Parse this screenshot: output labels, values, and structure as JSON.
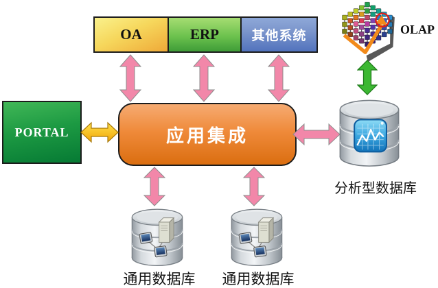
{
  "nodes": {
    "oa": {
      "label": "OA"
    },
    "erp": {
      "label": "ERP"
    },
    "other_systems": {
      "label": "其他系统"
    },
    "olap": {
      "label": "OLAP"
    },
    "portal": {
      "label": "PORTAL"
    },
    "app_integration": {
      "label": "应用集成"
    },
    "analytical_db": {
      "label": "分析型数据库"
    },
    "generic_db_left": {
      "label": "通用数据库"
    },
    "generic_db_right": {
      "label": "通用数据库"
    }
  },
  "colors": {
    "pink_arrow": "#f287a9",
    "yellow_arrow": "#ffc425",
    "green_arrow": "#3cb832",
    "oa_box": "#f2c14a",
    "erp_box": "#6cc24e",
    "other_systems_box": "#6d89c6",
    "portal_box": "#129140",
    "integration_box": "#e98a3c"
  }
}
